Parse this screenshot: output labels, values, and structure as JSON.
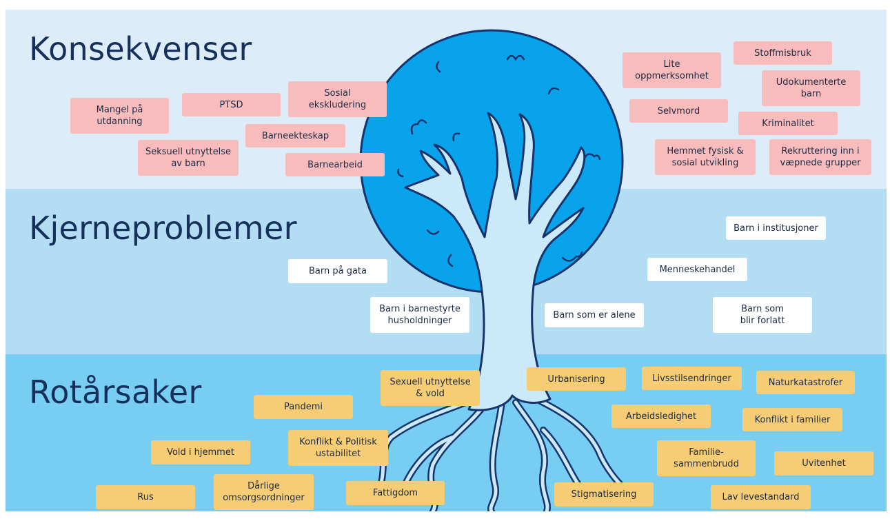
{
  "sections": {
    "consequences": "Konsekvenser",
    "core": "Kjerneproblemer",
    "roots": "Rotårsaker"
  },
  "consequences": [
    "Mangel på\nutdanning",
    "PTSD",
    "Sosial\nekskludering",
    "Barneekteskap",
    "Seksuell utnyttelse\nav barn",
    "Barnearbeid",
    "Lite\noppmerksomhet",
    "Stoffmisbruk",
    "Udokumenterte\nbarn",
    "Selvmord",
    "Kriminalitet",
    "Hemmet fysisk &\nsosial utvikling",
    "Rekruttering inn i\nvæpnede grupper"
  ],
  "core_problems": [
    "Barn i institusjoner",
    "Barn på gata",
    "Menneskehandel",
    "Barn i barnestyrte\nhusholdninger",
    "Barn som er alene",
    "Barn som\nblir forlatt"
  ],
  "root_causes": [
    "Sexuell utnyttelse\n& vold",
    "Urbanisering",
    "Livsstilsendringer",
    "Naturkatastrofer",
    "Pandemi",
    "Arbeidsledighet",
    "Konflikt i familier",
    "Vold i hjemmet",
    "Konflikt & Politisk\nustabilitet",
    "Familie-\nsammenbrudd",
    "Uvitenhet",
    "Rus",
    "Dårlige\nomsorgsordninger",
    "Fattigdom",
    "Stigmatisering",
    "Lav levestandard"
  ],
  "colors": {
    "band_top": "#dcecf8",
    "band_mid": "#b3ddf2",
    "band_bottom": "#77cdf2",
    "crown": "#08a3ea",
    "outline": "#16336b",
    "trunk": "#cbe9f8",
    "consequence_box": "#f8bcbc",
    "core_box": "#ffffff",
    "root_box": "#f6cd74"
  }
}
